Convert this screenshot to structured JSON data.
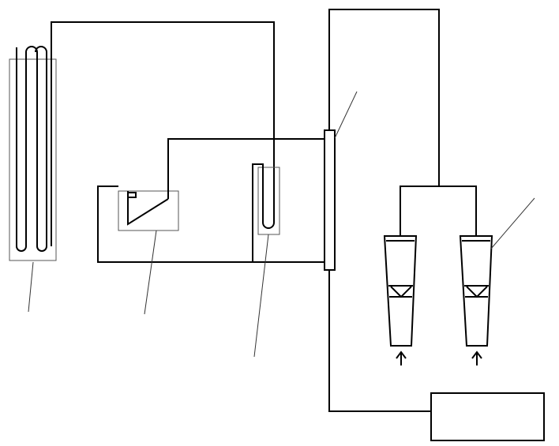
{
  "diagram": {
    "components": [
      {
        "name": "serpentine-coil",
        "kind": "coil in rectangular vessel"
      },
      {
        "name": "tilted-plate-tank",
        "kind": "rectangular tank with inclined plate"
      },
      {
        "name": "u-tube-vessel",
        "kind": "U-tube in small vessel"
      },
      {
        "name": "vertical-manifold",
        "kind": "vertical header column"
      },
      {
        "name": "conical-separator",
        "kind": "tapered vessel with check element",
        "count": 2
      },
      {
        "name": "receiver-box",
        "kind": "rectangular unit"
      }
    ],
    "leader_lines": 5,
    "colors": {
      "line": "#000000",
      "vessel_outline": "#555555",
      "background": "#ffffff"
    }
  }
}
